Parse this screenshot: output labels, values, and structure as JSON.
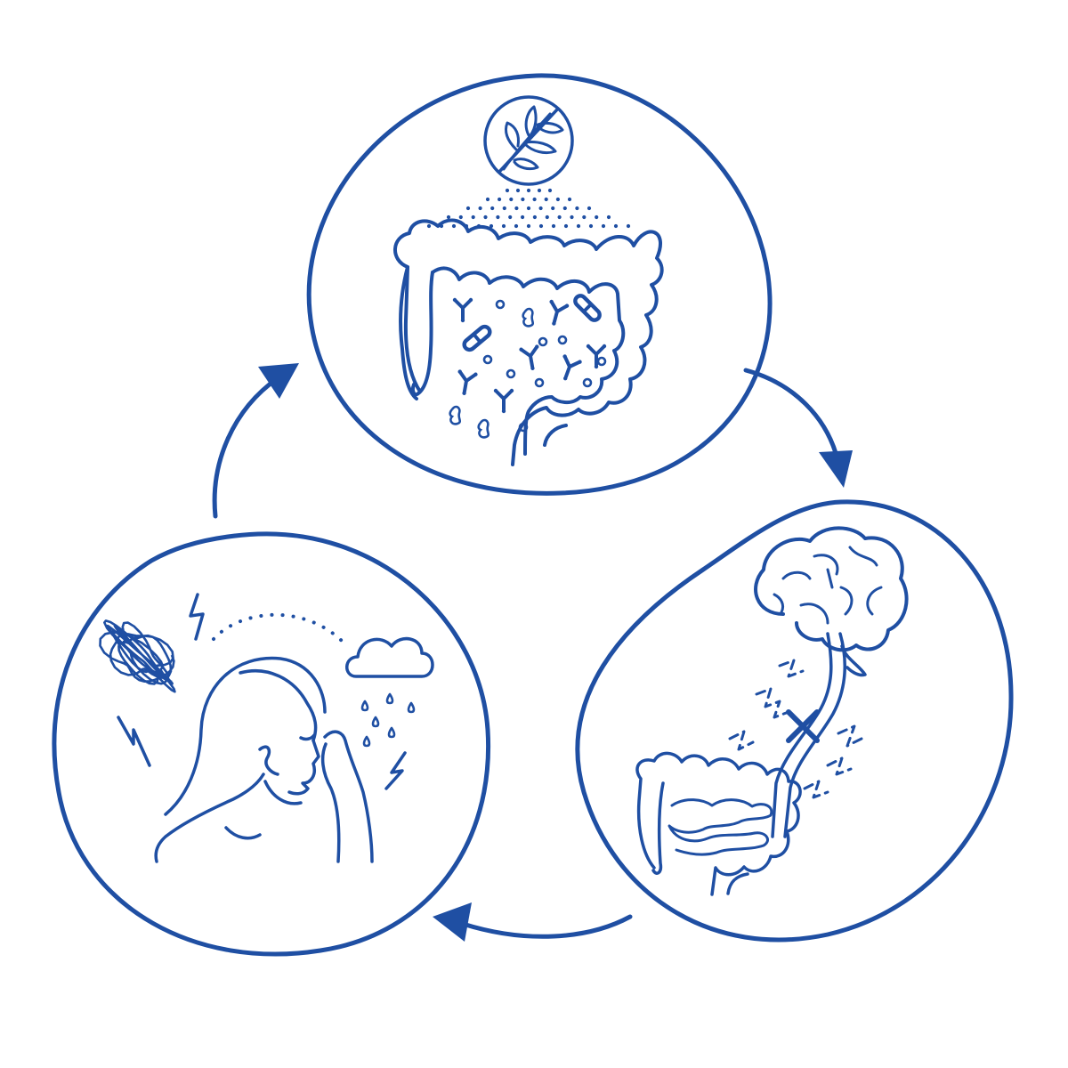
{
  "colors": {
    "line": "#1f4fa3",
    "background": "#ffffff"
  },
  "diagram": {
    "type": "cycle",
    "direction": "clockwise",
    "stages": [
      {
        "id": "gut-microbiome",
        "icons": [
          "no-plant-icon",
          "spray-particles-icon",
          "large-intestine-icon",
          "bacteria-icon",
          "antibody-icon"
        ]
      },
      {
        "id": "gut-brain-axis",
        "icons": [
          "brain-icon",
          "vagus-nerve-icon",
          "blocked-signal-icon",
          "signal-waves-icon",
          "intestine-icon"
        ]
      },
      {
        "id": "mental-state",
        "icons": [
          "woman-headache-icon",
          "tangled-thoughts-icon",
          "lightning-icon",
          "rain-cloud-icon"
        ]
      }
    ],
    "arrows": [
      "gut-to-brain-arrow",
      "brain-to-mind-arrow",
      "mind-to-gut-arrow"
    ]
  }
}
